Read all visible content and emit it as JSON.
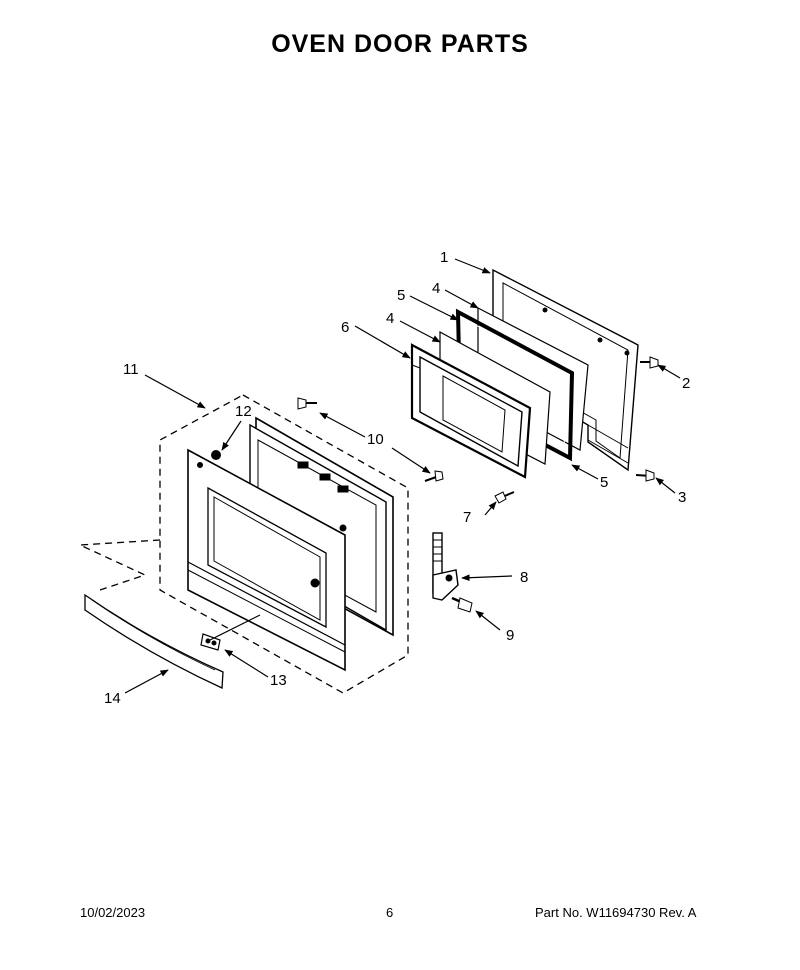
{
  "page_title": "OVEN DOOR PARTS",
  "callouts": [
    "1",
    "2",
    "3",
    "4",
    "4",
    "5",
    "5",
    "6",
    "7",
    "8",
    "9",
    "10",
    "11",
    "12",
    "13",
    "14"
  ],
  "footer": {
    "date": "10/02/2023",
    "page": "6",
    "part": "Part No.  W11694730  Rev.  A"
  }
}
